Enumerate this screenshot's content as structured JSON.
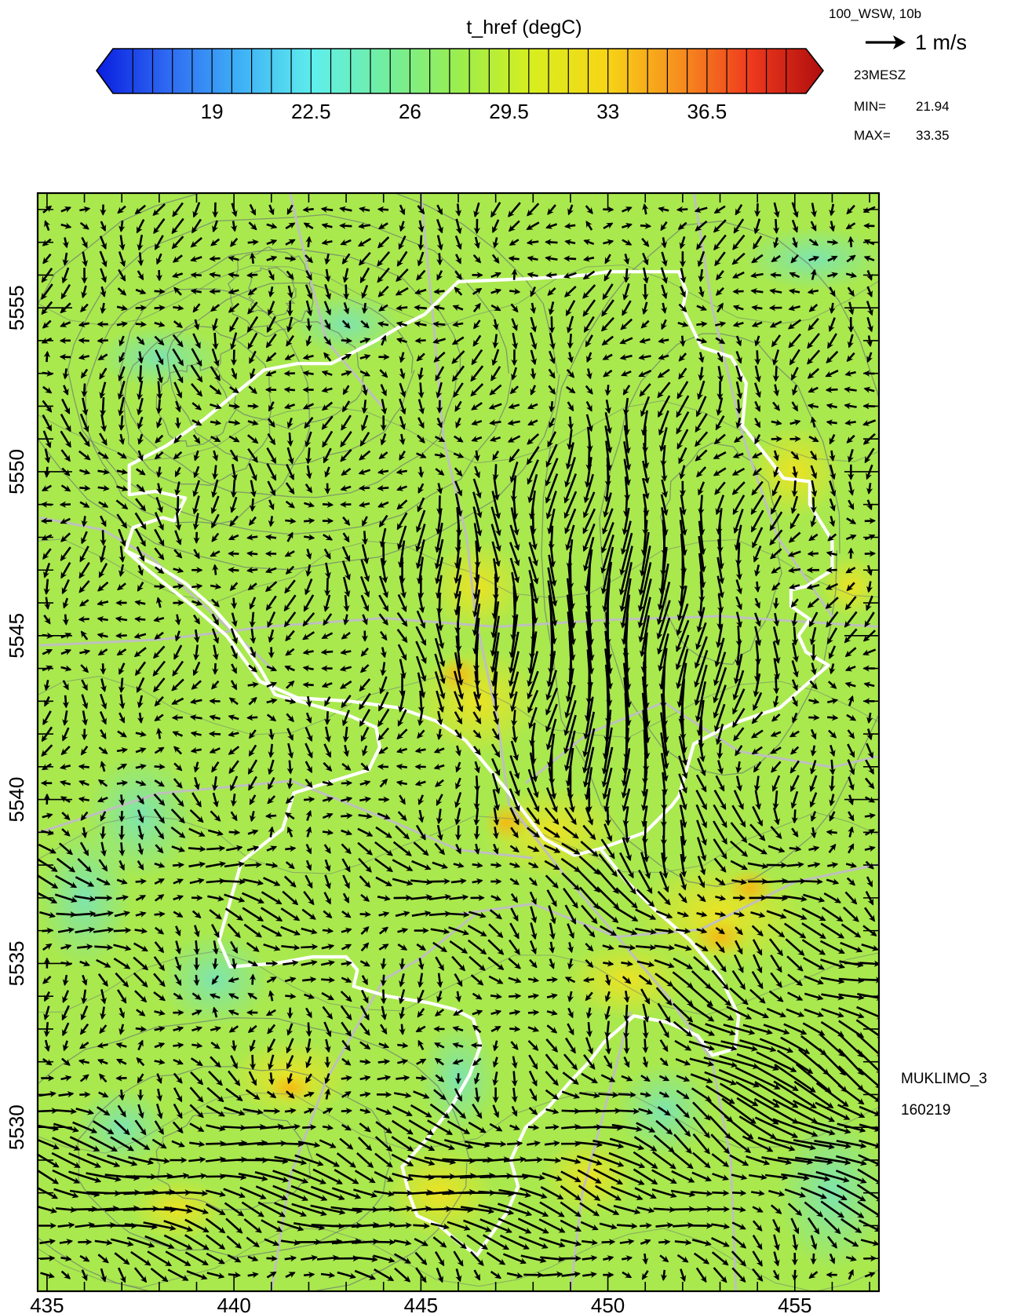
{
  "colorbar": {
    "title": "t_href (degC)",
    "min": 15.5,
    "max": 40,
    "step": 0.7,
    "ticks": [
      "19",
      "22.5",
      "26",
      "29.5",
      "33",
      "36.5"
    ],
    "tick_values": [
      19,
      22.5,
      26,
      29.5,
      33,
      36.5
    ],
    "stops": [
      "#0a1ee0",
      "#2f6bf2",
      "#3fb2f6",
      "#5fefec",
      "#72ee9c",
      "#9bee4c",
      "#d8ee1e",
      "#f7d616",
      "#f7901e",
      "#ee3a1e",
      "#b00e0e"
    ]
  },
  "legend": {
    "run": "100_WSW, 10b",
    "ref_vector": "1 m/s",
    "time": "23MESZ",
    "min_label": "MIN=",
    "min_value": "21.94",
    "max_label": "MAX=",
    "max_value": "33.35"
  },
  "side": {
    "model": "MUKLIMO_3",
    "date": "160219"
  },
  "map": {
    "x_ticks": [
      "435",
      "440",
      "445",
      "450",
      "455"
    ],
    "x_tick_values": [
      435,
      440,
      445,
      450,
      455
    ],
    "y_ticks": [
      "5530",
      "5535",
      "5540",
      "5545",
      "5550",
      "5555"
    ],
    "y_tick_values": [
      5530,
      5535,
      5540,
      5545,
      5550,
      5555
    ],
    "x_range": [
      434.75,
      457.25
    ],
    "y_range": [
      5525.0,
      5558.5
    ],
    "field_colors": {
      "base": "#a9e94e",
      "cool": "#79e4b8",
      "warm": "#f3e21e",
      "hot": "#f5c012"
    },
    "boundary_color": "#ffffff",
    "contour_color": "#6f7f6f",
    "road_color": "#bfbfbf",
    "arrow_color": "#000000",
    "city_boundary": [
      [
        442.6,
        5553.3
      ],
      [
        443.8,
        5554.0
      ],
      [
        444.4,
        5554.4
      ],
      [
        445.1,
        5554.8
      ],
      [
        446.0,
        5555.8
      ],
      [
        448.1,
        5555.9
      ],
      [
        449.4,
        5556.0
      ],
      [
        450.0,
        5556.1
      ],
      [
        451.9,
        5556.1
      ],
      [
        452.1,
        5555.5
      ],
      [
        452.0,
        5555.0
      ],
      [
        452.5,
        5553.8
      ],
      [
        453.3,
        5553.5
      ],
      [
        453.7,
        5552.7
      ],
      [
        453.6,
        5551.4
      ],
      [
        454.3,
        5550.4
      ],
      [
        454.7,
        5549.8
      ],
      [
        455.4,
        5549.7
      ],
      [
        455.4,
        5549.0
      ],
      [
        456.0,
        5547.9
      ],
      [
        456.0,
        5547.0
      ],
      [
        455.3,
        5546.5
      ],
      [
        454.9,
        5546.4
      ],
      [
        454.9,
        5545.9
      ],
      [
        455.4,
        5545.5
      ],
      [
        455.1,
        5545.0
      ],
      [
        455.3,
        5544.5
      ],
      [
        455.9,
        5544.1
      ],
      [
        455.0,
        5543.2
      ],
      [
        454.6,
        5542.8
      ],
      [
        453.3,
        5542.3
      ],
      [
        452.3,
        5541.7
      ],
      [
        451.9,
        5540.1
      ],
      [
        451.7,
        5539.8
      ],
      [
        451.0,
        5539.0
      ],
      [
        449.8,
        5538.5
      ],
      [
        449.1,
        5538.3
      ],
      [
        448.3,
        5538.8
      ],
      [
        447.5,
        5540.0
      ],
      [
        446.2,
        5541.8
      ],
      [
        445.4,
        5542.4
      ],
      [
        444.4,
        5542.8
      ],
      [
        443.1,
        5543.0
      ],
      [
        441.7,
        5543.1
      ],
      [
        440.7,
        5543.6
      ],
      [
        439.8,
        5545.0
      ],
      [
        438.9,
        5545.9
      ],
      [
        437.7,
        5547.0
      ],
      [
        437.1,
        5547.6
      ],
      [
        437.3,
        5548.3
      ],
      [
        438.1,
        5548.6
      ],
      [
        438.4,
        5548.5
      ],
      [
        438.7,
        5549.2
      ],
      [
        437.9,
        5549.4
      ],
      [
        437.2,
        5549.3
      ],
      [
        437.2,
        5550.2
      ],
      [
        438.2,
        5550.8
      ],
      [
        439.2,
        5551.6
      ],
      [
        440.8,
        5553.1
      ],
      [
        441.7,
        5553.3
      ]
    ],
    "district_boundary": [
      [
        437.1,
        5547.6
      ],
      [
        438.0,
        5547.1
      ],
      [
        438.7,
        5546.6
      ],
      [
        439.4,
        5545.9
      ],
      [
        440.1,
        5545.0
      ],
      [
        440.7,
        5544.0
      ],
      [
        441.1,
        5543.2
      ],
      [
        443.0,
        5542.6
      ],
      [
        443.8,
        5542.2
      ],
      [
        443.9,
        5541.6
      ],
      [
        443.6,
        5540.9
      ],
      [
        441.6,
        5540.2
      ],
      [
        441.3,
        5539.1
      ],
      [
        440.2,
        5538.1
      ],
      [
        439.9,
        5536.9
      ],
      [
        439.6,
        5535.7
      ],
      [
        439.9,
        5534.9
      ],
      [
        441.1,
        5535.0
      ],
      [
        442.1,
        5535.2
      ],
      [
        443.0,
        5535.2
      ],
      [
        443.3,
        5534.8
      ],
      [
        443.2,
        5534.3
      ],
      [
        444.1,
        5534.0
      ],
      [
        445.2,
        5533.8
      ],
      [
        445.9,
        5533.6
      ],
      [
        446.4,
        5533.3
      ],
      [
        446.6,
        5532.5
      ],
      [
        446.3,
        5531.6
      ],
      [
        445.8,
        5530.6
      ],
      [
        445.2,
        5529.7
      ],
      [
        444.5,
        5528.8
      ],
      [
        444.7,
        5527.9
      ],
      [
        444.9,
        5527.3
      ],
      [
        445.5,
        5527.0
      ],
      [
        446.0,
        5526.5
      ],
      [
        446.5,
        5526.1
      ],
      [
        446.8,
        5526.6
      ],
      [
        447.3,
        5527.4
      ],
      [
        447.6,
        5528.2
      ],
      [
        447.4,
        5529.0
      ],
      [
        447.8,
        5530.0
      ],
      [
        448.4,
        5530.6
      ],
      [
        449.0,
        5531.4
      ],
      [
        449.5,
        5532.0
      ],
      [
        449.9,
        5532.6
      ],
      [
        450.3,
        5533.0
      ],
      [
        450.7,
        5533.4
      ],
      [
        451.6,
        5533.2
      ],
      [
        452.4,
        5532.8
      ],
      [
        452.8,
        5532.2
      ],
      [
        453.4,
        5532.4
      ],
      [
        453.5,
        5533.4
      ],
      [
        453.0,
        5534.6
      ],
      [
        452.2,
        5535.7
      ],
      [
        451.3,
        5536.6
      ],
      [
        450.5,
        5537.5
      ],
      [
        449.8,
        5538.5
      ]
    ]
  }
}
